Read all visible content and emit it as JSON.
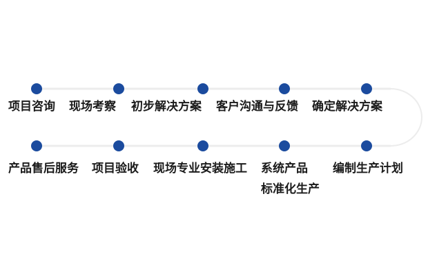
{
  "diagram": {
    "type": "process-flow-timeline",
    "colors": {
      "dot": "#1b4b9e",
      "line": "#ececec",
      "text": "#1a1a1a",
      "background": "#ffffff"
    },
    "flow": {
      "top_row": [
        {
          "step": 1,
          "label": "项目咨询"
        },
        {
          "step": 2,
          "label": "现场考察"
        },
        {
          "step": 3,
          "label": "初步解决方案"
        },
        {
          "step": 4,
          "label": "客户沟通与反馈"
        },
        {
          "step": 5,
          "label": "确定解决方案"
        }
      ],
      "bottom_row": [
        {
          "step": 10,
          "label": "产品售后服务"
        },
        {
          "step": 9,
          "label": "项目验收"
        },
        {
          "step": 8,
          "label": "现场专业安装施工"
        },
        {
          "step": 7,
          "label": "系统产品",
          "label_line2": "标准化生产"
        },
        {
          "step": 6,
          "label": "编制生产计划"
        }
      ]
    }
  }
}
